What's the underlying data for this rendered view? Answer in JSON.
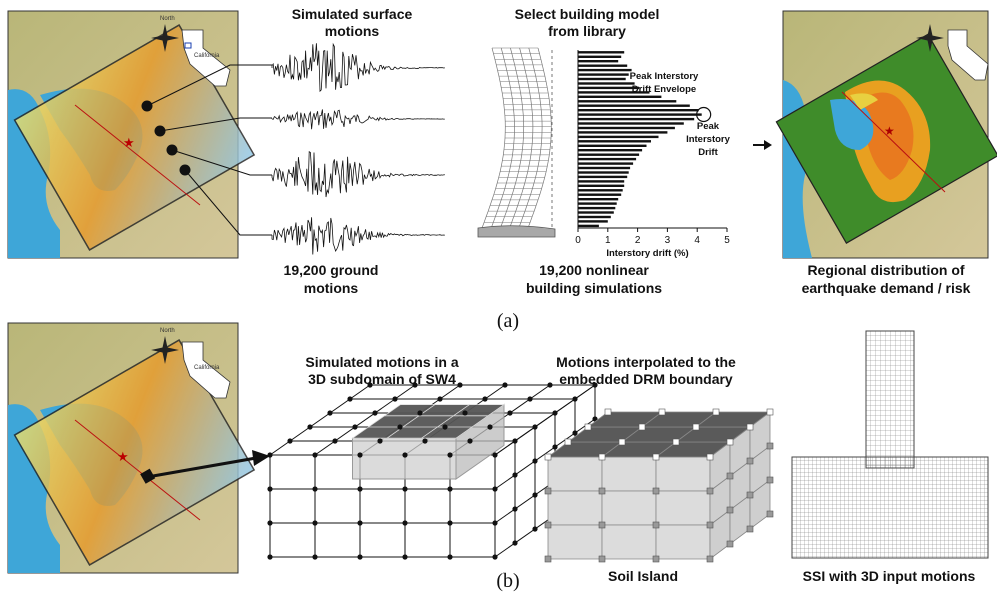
{
  "panel_a": {
    "label": "(a)",
    "map_north": "North",
    "map_inset": "California",
    "surface_motions_title": [
      "Simulated surface",
      "motions"
    ],
    "ground_motions_caption": [
      "19,200 ground",
      "motions"
    ],
    "building_title": [
      "Select building model",
      "from library"
    ],
    "building_caption": [
      "19,200 nonlinear",
      "building simulations"
    ],
    "envelope_label": [
      "Peak Interstory",
      "Drift Envelope"
    ],
    "peak_label": [
      "Peak",
      "Interstory",
      "Drift"
    ],
    "regional_caption": [
      "Regional distribution of",
      "earthquake demand / risk"
    ]
  },
  "panel_b": {
    "label": "(b)",
    "map_north": "North",
    "map_inset": "California",
    "subdomain_title": [
      "Simulated motions in a",
      "3D subdomain of SW4"
    ],
    "interp_title": [
      "Motions interpolated to the",
      "embedded DRM boundary"
    ],
    "soil_caption": "Soil Island",
    "ssi_caption": "SSI with 3D input motions"
  },
  "chart_data": {
    "type": "bar",
    "orientation": "horizontal",
    "xlabel": "Interstory drift (%)",
    "xticks": [
      "0",
      "1",
      "2",
      "3",
      "4",
      "5"
    ],
    "xlim": [
      0,
      5
    ],
    "stories": 40,
    "values": [
      1.55,
      1.45,
      1.35,
      1.65,
      1.8,
      1.7,
      1.6,
      1.9,
      2.05,
      2.4,
      2.8,
      3.3,
      3.75,
      4.05,
      4.15,
      3.9,
      3.55,
      3.25,
      3.0,
      2.7,
      2.45,
      2.3,
      2.15,
      2.05,
      1.95,
      1.85,
      1.75,
      1.7,
      1.65,
      1.55,
      1.55,
      1.5,
      1.45,
      1.35,
      1.3,
      1.25,
      1.2,
      1.1,
      1.0,
      0.7
    ],
    "peak_story_index": 14
  },
  "colors": {
    "ocean": "#3ea6d8",
    "land": "#c9c28a",
    "hazard_hot": "#e8a020",
    "hazard_mid": "#e8d040",
    "green_region": "#3f8c2a",
    "building_gray": "#9e9e9e",
    "dark_cell": "#555555"
  }
}
